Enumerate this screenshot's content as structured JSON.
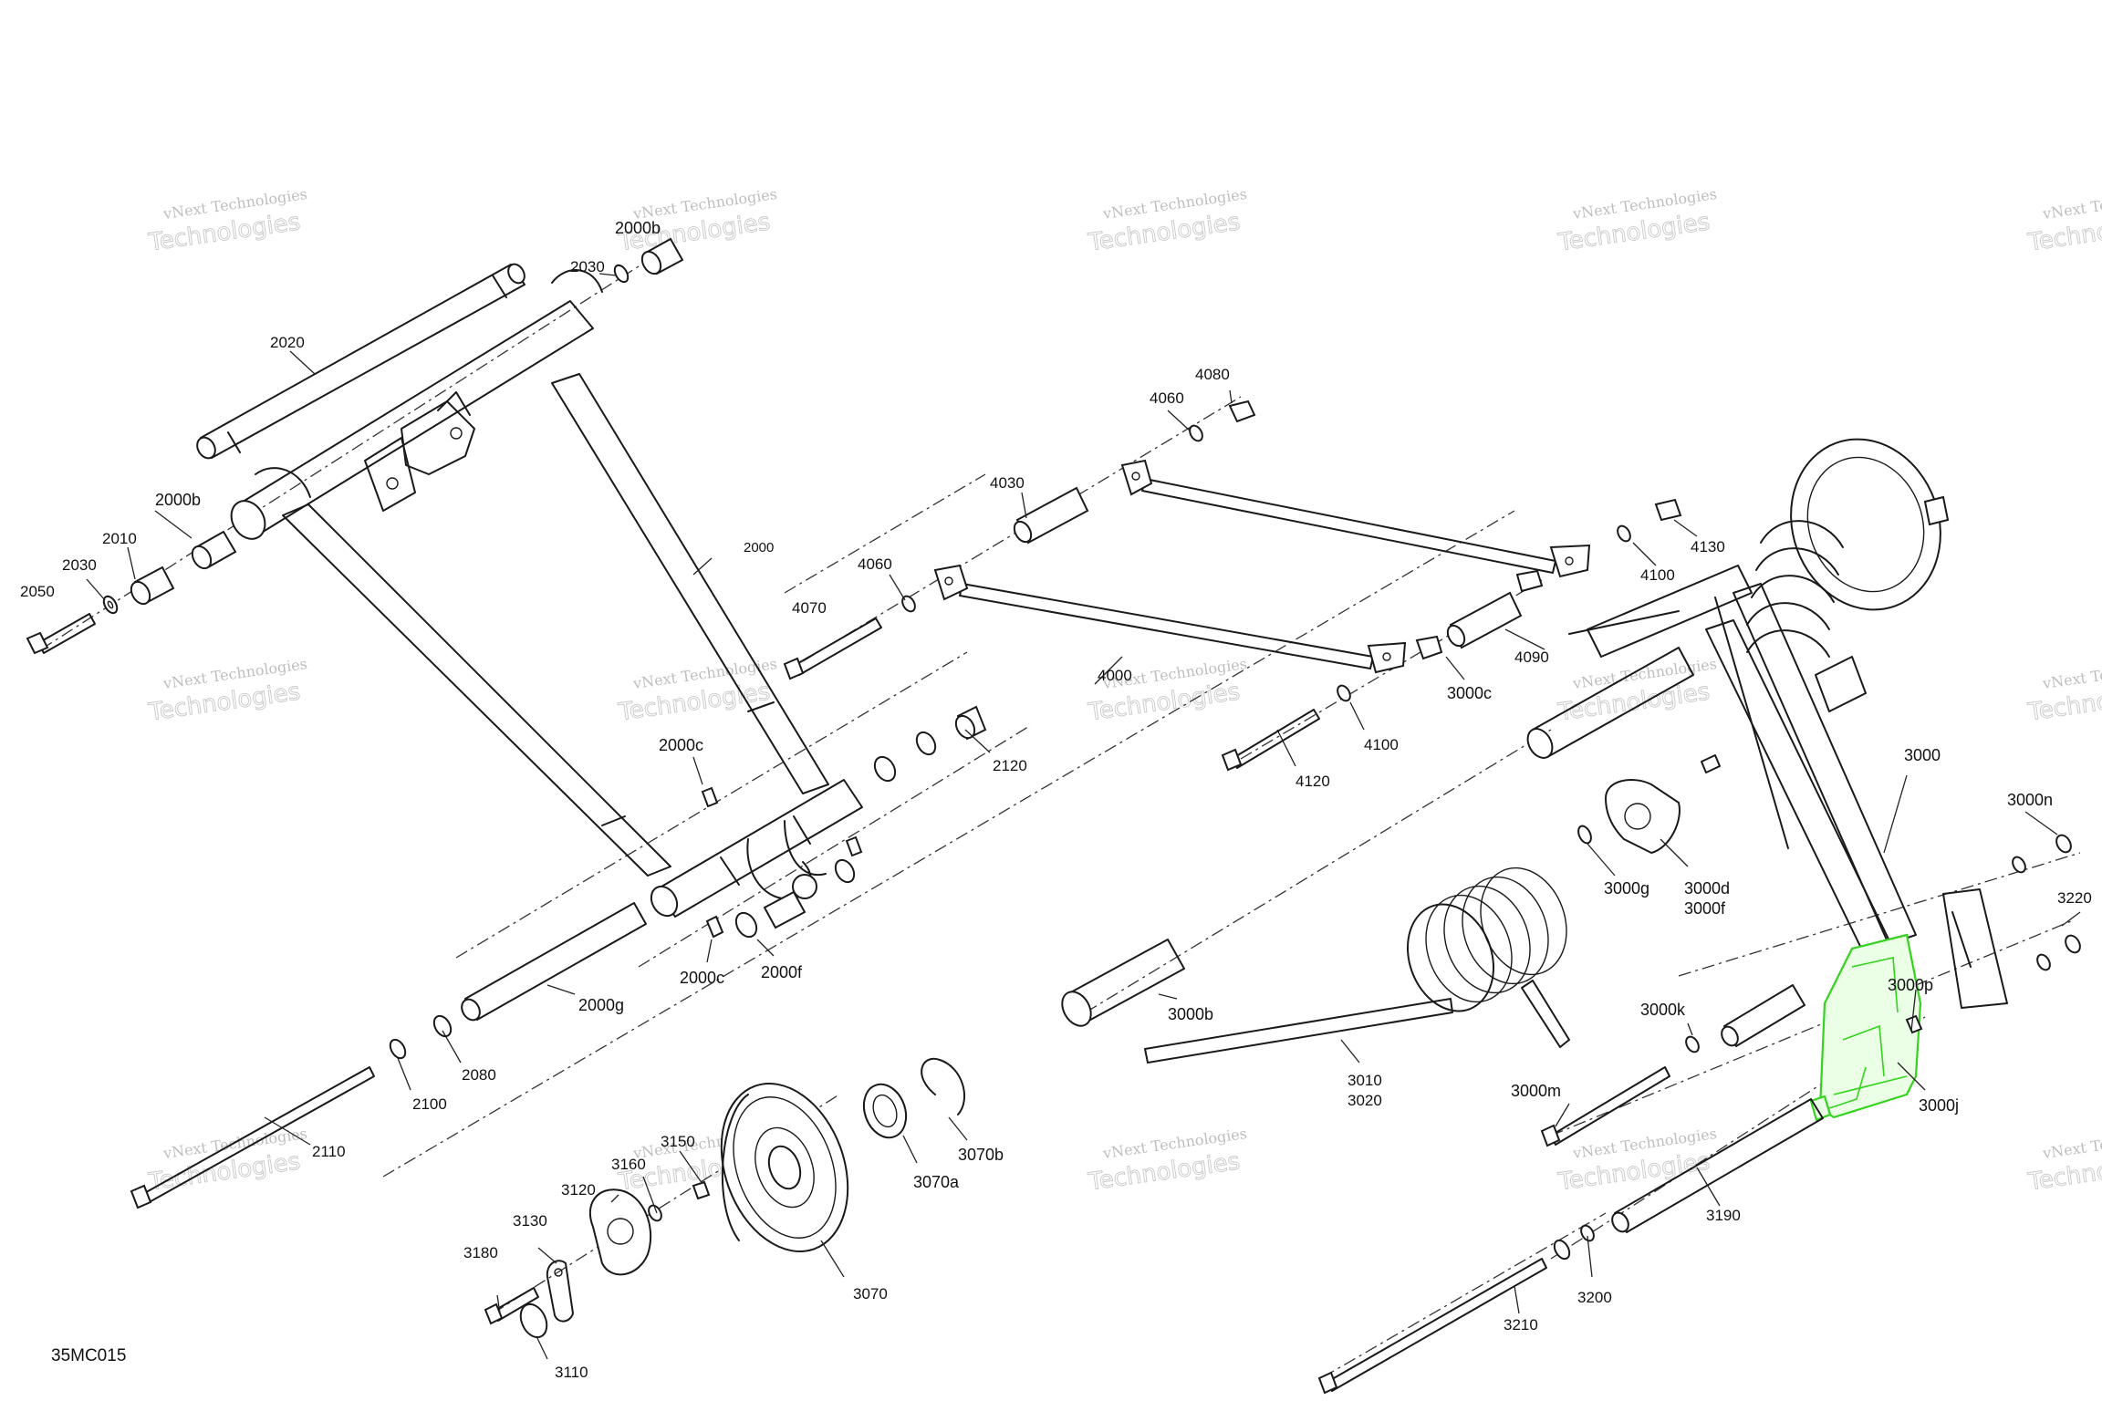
{
  "diagram_code": "35MC015",
  "watermark": {
    "line1": "vNext Technologies",
    "line2": "Technologies",
    "line3": "vNext"
  },
  "highlight_color": "#35d21f",
  "callouts": [
    {
      "id": "c2000b_top",
      "text": "2000b"
    },
    {
      "id": "c2030_top",
      "text": "2030"
    },
    {
      "id": "c2020",
      "text": "2020"
    },
    {
      "id": "c2000b_left",
      "text": "2000b"
    },
    {
      "id": "c2010",
      "text": "2010"
    },
    {
      "id": "c2030_left",
      "text": "2030"
    },
    {
      "id": "c2050",
      "text": "2050"
    },
    {
      "id": "c2000",
      "text": "2000"
    },
    {
      "id": "c4080",
      "text": "4080"
    },
    {
      "id": "c4060_top",
      "text": "4060"
    },
    {
      "id": "c4030",
      "text": "4030"
    },
    {
      "id": "c4060",
      "text": "4060"
    },
    {
      "id": "c4070",
      "text": "4070"
    },
    {
      "id": "c4000",
      "text": "4000"
    },
    {
      "id": "c4130",
      "text": "4130"
    },
    {
      "id": "c4100_top",
      "text": "4100"
    },
    {
      "id": "c4090",
      "text": "4090"
    },
    {
      "id": "c3000c",
      "text": "3000c"
    },
    {
      "id": "c4100",
      "text": "4100"
    },
    {
      "id": "c4120",
      "text": "4120"
    },
    {
      "id": "c2000c_top",
      "text": "2000c"
    },
    {
      "id": "c2120",
      "text": "2120"
    },
    {
      "id": "c2000c_bot",
      "text": "2000c"
    },
    {
      "id": "c2000f",
      "text": "2000f"
    },
    {
      "id": "c2000g",
      "text": "2000g"
    },
    {
      "id": "c3000",
      "text": "3000"
    },
    {
      "id": "c3000n",
      "text": "3000n"
    },
    {
      "id": "c3000g",
      "text": "3000g"
    },
    {
      "id": "c3000d",
      "text": "3000d"
    },
    {
      "id": "c3000f",
      "text": "3000f"
    },
    {
      "id": "c3220",
      "text": "3220"
    },
    {
      "id": "c3000p",
      "text": "3000p"
    },
    {
      "id": "c3000b",
      "text": "3000b"
    },
    {
      "id": "c3000k",
      "text": "3000k"
    },
    {
      "id": "c3010",
      "text": "3010"
    },
    {
      "id": "c3020",
      "text": "3020"
    },
    {
      "id": "c3000m",
      "text": "3000m"
    },
    {
      "id": "c3000j",
      "text": "3000j"
    },
    {
      "id": "c2080",
      "text": "2080"
    },
    {
      "id": "c2100",
      "text": "2100"
    },
    {
      "id": "c2110",
      "text": "2110"
    },
    {
      "id": "c3150",
      "text": "3150"
    },
    {
      "id": "c3160",
      "text": "3160"
    },
    {
      "id": "c3120",
      "text": "3120"
    },
    {
      "id": "c3130",
      "text": "3130"
    },
    {
      "id": "c3180",
      "text": "3180"
    },
    {
      "id": "c3110",
      "text": "3110"
    },
    {
      "id": "c3070",
      "text": "3070"
    },
    {
      "id": "c3070a",
      "text": "3070a"
    },
    {
      "id": "c3070b",
      "text": "3070b"
    },
    {
      "id": "c3190",
      "text": "3190"
    },
    {
      "id": "c3200",
      "text": "3200"
    },
    {
      "id": "c3210",
      "text": "3210"
    }
  ]
}
